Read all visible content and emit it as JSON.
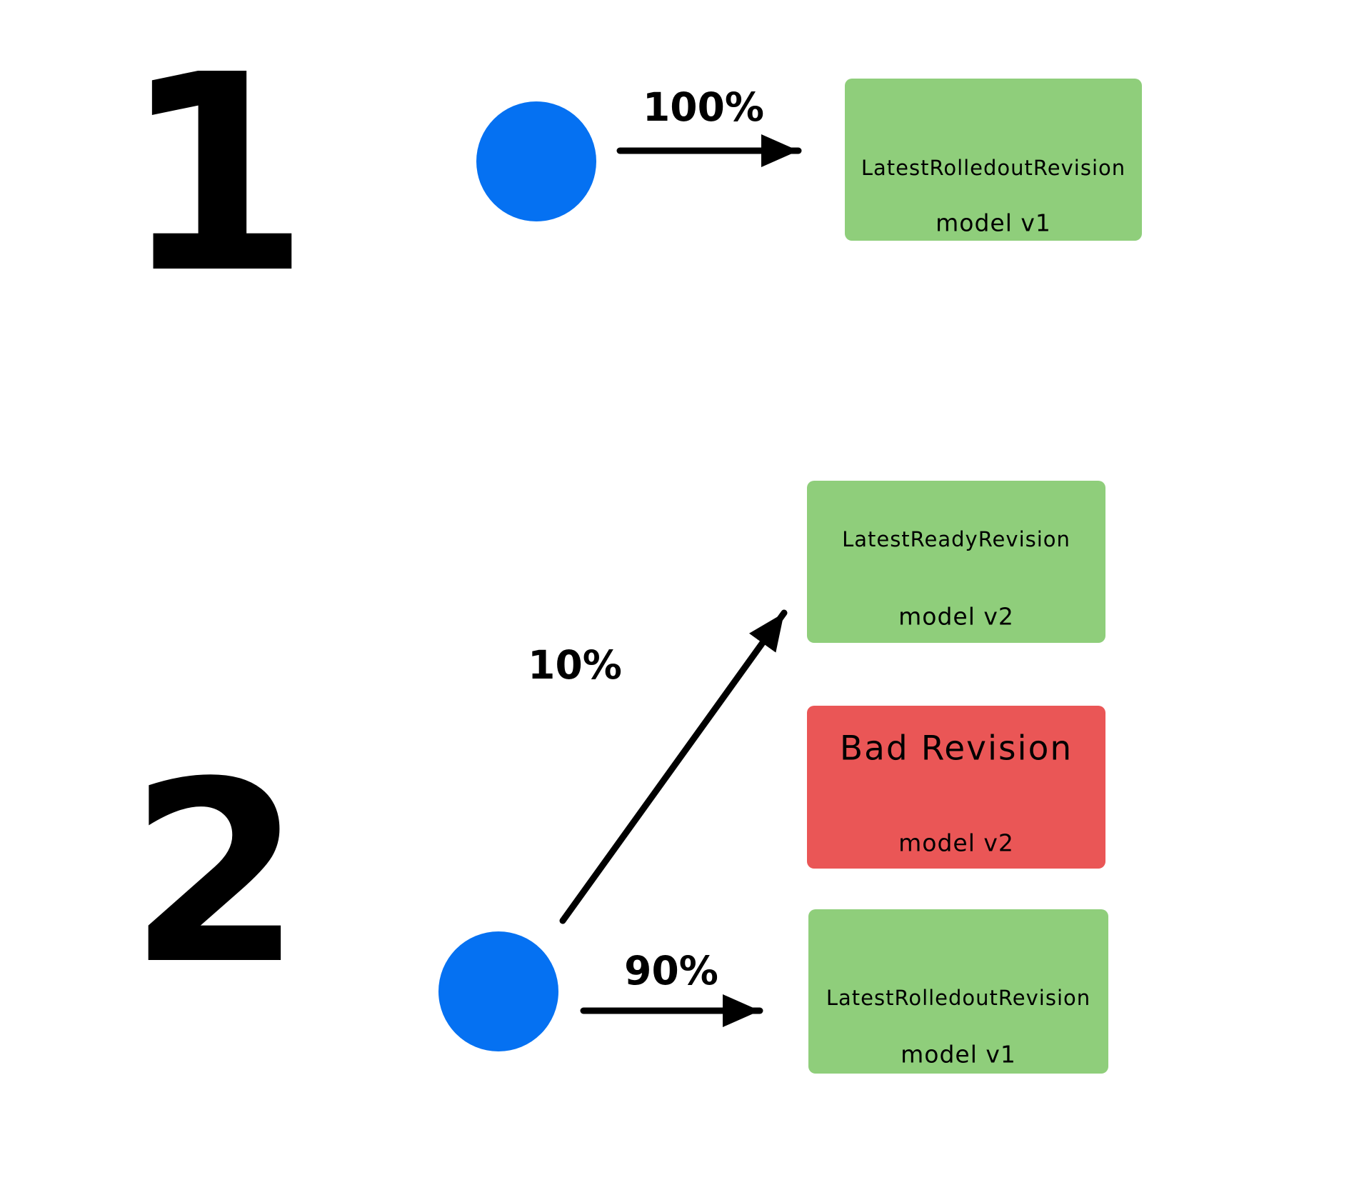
{
  "colors": {
    "good": "#8FCE7B",
    "bad": "#EA5656",
    "traffic": "#0571F2",
    "ink": "#000000",
    "background": "#FFFFFF"
  },
  "scenarios": [
    {
      "number": "1",
      "arrows": [
        {
          "label": "100%",
          "target": "LatestRolledoutRevision"
        }
      ],
      "boxes": [
        {
          "title": "LatestRolledoutRevision",
          "subtitle": "model v1",
          "status": "good"
        }
      ]
    },
    {
      "number": "2",
      "arrows": [
        {
          "label": "10%",
          "target": "LatestReadyRevision"
        },
        {
          "label": "90%",
          "target": "LatestRolledoutRevision"
        }
      ],
      "boxes": [
        {
          "title": "LatestReadyRevision",
          "subtitle": "model v2",
          "status": "good"
        },
        {
          "title": "Bad Revision",
          "subtitle": "model v2",
          "status": "bad"
        },
        {
          "title": "LatestRolledoutRevision",
          "subtitle": "model v1",
          "status": "good"
        }
      ]
    }
  ]
}
